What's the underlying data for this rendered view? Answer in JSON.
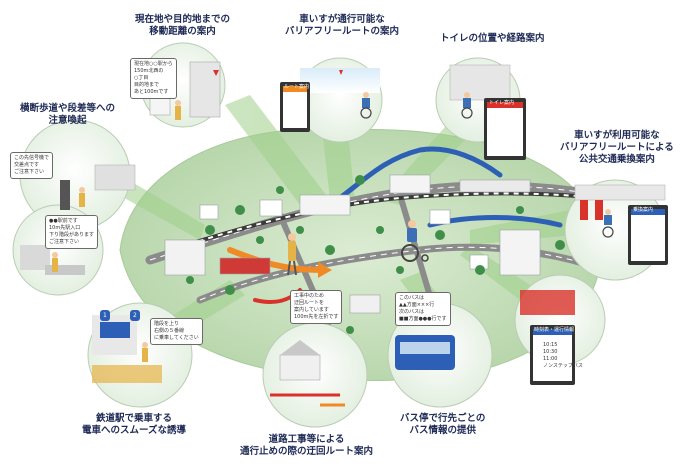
{
  "callouts": [
    {
      "id": "distance",
      "lines": [
        "現在地や目的地までの",
        "移動距離の案内"
      ]
    },
    {
      "id": "wheelchair-route",
      "lines": [
        "車いすが通行可能な",
        "バリアフリールートの案内"
      ]
    },
    {
      "id": "toilet",
      "lines": [
        "トイレの位置や経路案内"
      ]
    },
    {
      "id": "crosswalk",
      "lines": [
        "横断歩道や段差等への",
        "注意喚起"
      ]
    },
    {
      "id": "transit",
      "lines": [
        "車いすが利用可能な",
        "バリアフリールートによる",
        "公共交通乗換案内"
      ]
    },
    {
      "id": "station",
      "lines": [
        "鉄道駅で乗車する",
        "電車へのスムーズな誘導"
      ]
    },
    {
      "id": "detour",
      "lines": [
        "道路工事等による",
        "通行止めの際の迂回ルート案内"
      ]
    },
    {
      "id": "bus",
      "lines": [
        "バス停で行先ごとの",
        "バス情報の提供"
      ]
    }
  ],
  "bubbles": {
    "distance": [
      "現在地○○駅から",
      "150m北西の",
      "○丁目",
      "目的地まで",
      "あと100mです"
    ],
    "crosswalk": [
      "この先信号機で",
      "交差点です",
      "ご注意下さい"
    ],
    "step": [
      "●●駅前です",
      "10m先駅入口",
      "下り階段があります",
      "ご注意下さい"
    ],
    "platform": [
      "階段を上り",
      "右側の５番線",
      "に乗車してください"
    ],
    "construction": [
      "工事中のため",
      "迂回ルートを",
      "案内しています",
      "100m先を左折です"
    ],
    "busstop": [
      "このバスは",
      "▲▲方面×××行",
      "次のバスは",
      "■■方面●●●行です"
    ]
  },
  "devices": {
    "route_screen_title": "ルート案内",
    "toilet_screen_title": "トイレ案内",
    "transit_screen_title": "乗換案内",
    "bus_screen_title": "時刻表・運行情報",
    "bus_times": [
      "10:15",
      "10:30",
      "11:00"
    ],
    "bus_note": "ノンステップバス"
  },
  "platform_numbers": [
    "1",
    "2"
  ],
  "colors": {
    "ground": "#cfe4c5",
    "road": "#6a6a6a",
    "route_blue": "#2c5fb5",
    "route_orange": "#f08a24",
    "route_red": "#d8322a",
    "title_text": "#1e2a55"
  }
}
